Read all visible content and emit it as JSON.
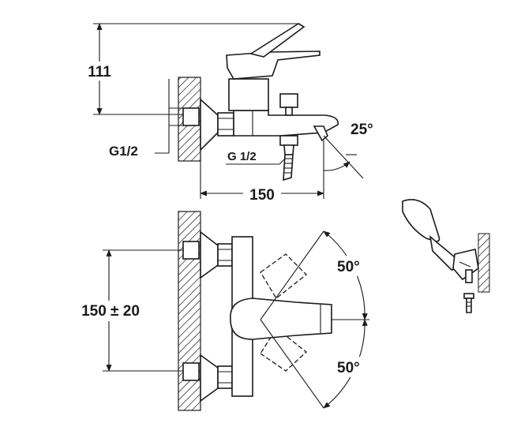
{
  "dimensions": {
    "body_height": "111",
    "connection_thread": "G1/2",
    "shower_outlet_thread": "G 1/2",
    "spout_angle": "25°",
    "spout_reach": "150",
    "center_distance": "150 ± 20",
    "lever_angle_up": "50°",
    "lever_angle_down": "50°"
  },
  "colors": {
    "line": "#1a1a1a",
    "background": "#ffffff",
    "wall_hatch": "#1a1a1a"
  }
}
